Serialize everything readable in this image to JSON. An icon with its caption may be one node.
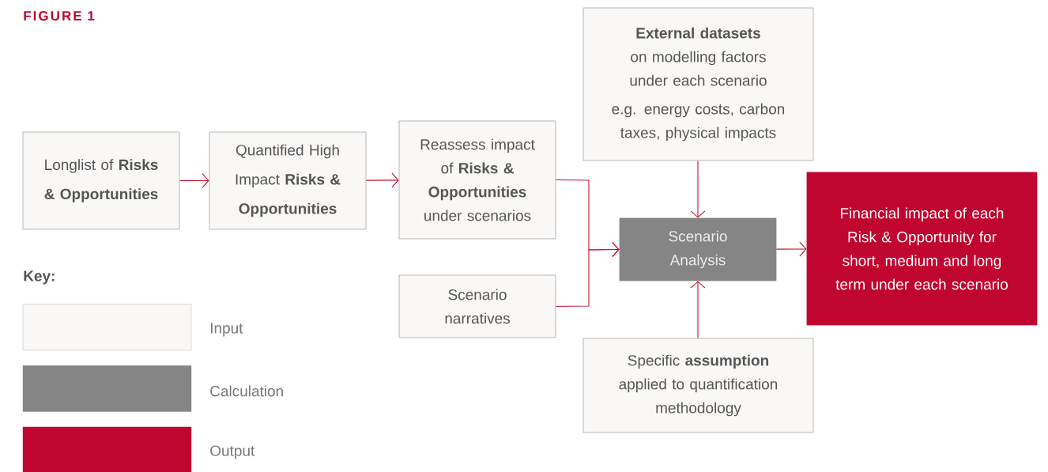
{
  "diagram": {
    "title": "FIGURE 1",
    "nodes": [
      {
        "text": [
          "Longlist of **Risks & Opportunities**"
        ]
      },
      {
        "text": [
          "Quantified High Impact **Risks & Opportunities**"
        ]
      },
      {
        "text": [
          "Reassess impact of **Risks & Opportunities** under scenarios"
        ]
      },
      {
        "text": [
          "**External datasets** on modelling factors under each scenario",
          "e.g. energy costs, carbon taxes, physical impacts"
        ]
      },
      {
        "text": [
          "Scenario narratives"
        ]
      },
      {
        "text": [
          "Scenario Analysis"
        ]
      },
      {
        "text": [
          "Financial impact of each Risk & Opportunity for short, medium and long term under each scenario"
        ]
      },
      {
        "text": [
          "Specific **assumption** applied to quantification methodology"
        ]
      }
    ],
    "edges": [
      {
        "from": 0,
        "to": 1,
        "arrow": "to"
      },
      {
        "from": 1,
        "to": 2,
        "arrow": "to"
      },
      {
        "from": 2,
        "to": 5,
        "arrow": "to"
      },
      {
        "from": 4,
        "to": 5,
        "arrow": "to"
      },
      {
        "from": 3,
        "to": 5,
        "arrow": "to"
      },
      {
        "from": 7,
        "to": 5,
        "arrow": "to"
      },
      {
        "from": 5,
        "to": 6,
        "arrow": "to"
      }
    ],
    "labels": [
      "Key:"
    ],
    "legend": [
      {
        "text": "Input",
        "color": "#f9f8f6"
      },
      {
        "text": "Calculation",
        "color": "#858585"
      },
      {
        "text": "Output",
        "color": "#c0062f"
      }
    ]
  }
}
